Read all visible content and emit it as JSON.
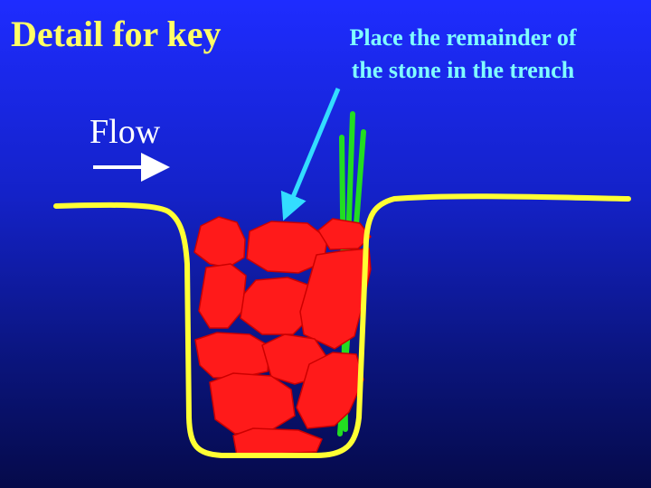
{
  "slide": {
    "title": "Detail for key",
    "caption_lines": [
      "Place the remainder of",
      "the stone in the trench"
    ],
    "flow_label": "Flow"
  },
  "colors": {
    "title": "#ffff66",
    "caption": "#80ffff",
    "trench_outline": "#ffff33",
    "stone_fill": "#ff1a1a",
    "stake": "#22dd22",
    "pointer_arrow": "#33ddff",
    "flow_arrow": "#ffffff"
  },
  "icons": {
    "flow_arrow": "right-arrow-icon",
    "pointer_arrow": "down-left-arrow-icon"
  }
}
